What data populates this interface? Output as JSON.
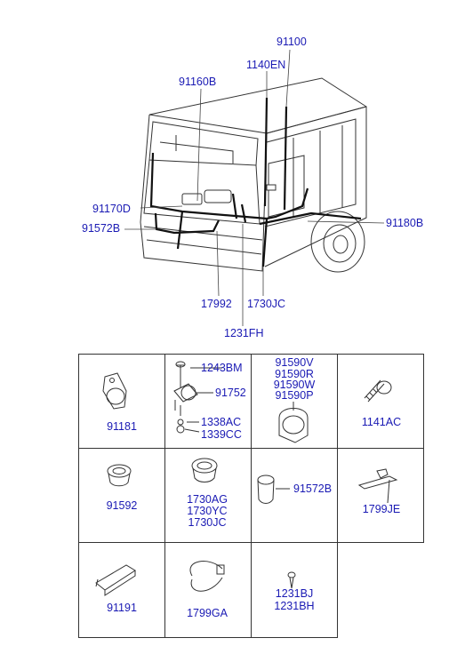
{
  "colors": {
    "label": "#1a1ab4",
    "line": "#333333",
    "background": "#ffffff"
  },
  "diagram": {
    "callouts": {
      "c91100": "91100",
      "c1140EN": "1140EN",
      "c91160B": "91160B",
      "c91170D": "91170D",
      "c91572B_top": "91572B",
      "c91180B": "91180B",
      "c17992": "17992",
      "c1730JC_top": "1730JC",
      "c1231FH": "1231FH"
    }
  },
  "parts_table": {
    "cells": [
      {
        "labels": [
          "91181"
        ]
      },
      {
        "labels": [
          "1243BM",
          "91752",
          "1338AC",
          "1339CC"
        ]
      },
      {
        "labels": [
          "91590V",
          "91590R",
          "91590W",
          "91590P"
        ]
      },
      {
        "labels": [
          "1141AC"
        ]
      },
      {
        "labels": [
          "91592"
        ]
      },
      {
        "labels": [
          "1730AG",
          "1730YC",
          "1730JC"
        ]
      },
      {
        "labels": [
          "91572B"
        ]
      },
      {
        "labels": [
          "1799JE"
        ]
      },
      {
        "labels": [
          "91191"
        ]
      },
      {
        "labels": [
          "1799GA"
        ]
      },
      {
        "labels": [
          "1231BJ",
          "1231BH"
        ]
      }
    ]
  }
}
